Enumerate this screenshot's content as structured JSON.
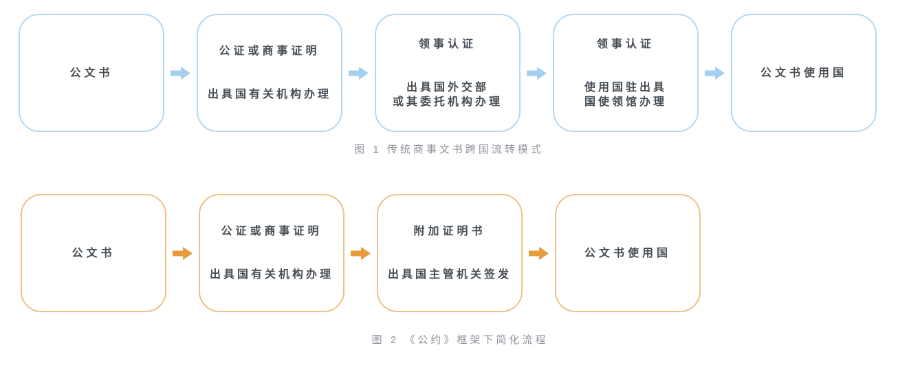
{
  "page": {
    "background_color": "#ffffff",
    "text_color": "#464d54",
    "caption_color": "#8e939a"
  },
  "fig1": {
    "caption": "图 1 传统商事文书跨国流转模式",
    "border_color": "#b5d8f2",
    "arrow_color": "#a5cfee",
    "boxes": [
      {
        "title": "公文书",
        "subtitle": ""
      },
      {
        "title": "公证或商事证明",
        "subtitle": "出具国有关机构办理"
      },
      {
        "title": "领事认证",
        "subtitle": "出具国外交部\n或其委托机构办理"
      },
      {
        "title": "领事认证",
        "subtitle": "使用国驻出具\n国使领馆办理"
      },
      {
        "title": "公文书使用国",
        "subtitle": ""
      }
    ]
  },
  "fig2": {
    "caption": "图 2 《公约》框架下简化流程",
    "border_color": "#f0c188",
    "arrow_color": "#e89b3d",
    "boxes": [
      {
        "title": "公文书",
        "subtitle": ""
      },
      {
        "title": "公证或商事证明",
        "subtitle": "出具国有关机构办理"
      },
      {
        "title": "附加证明书",
        "subtitle": "出具国主管机关签发"
      },
      {
        "title": "公文书使用国",
        "subtitle": ""
      }
    ]
  }
}
